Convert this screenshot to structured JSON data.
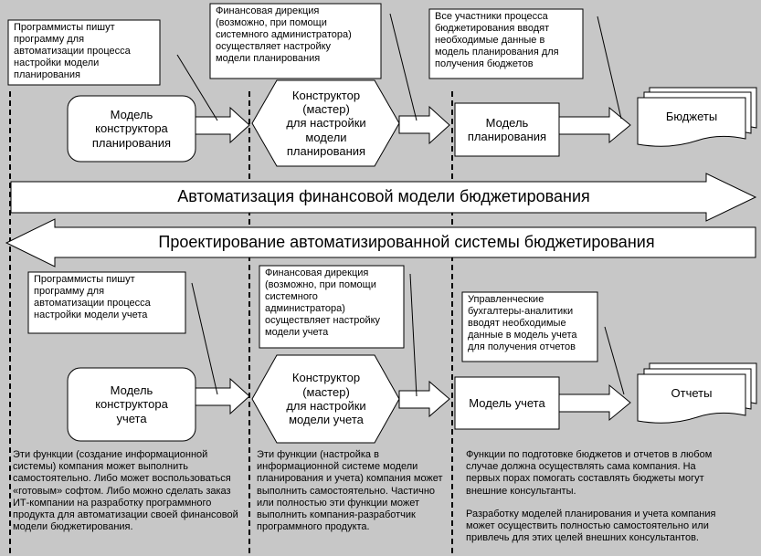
{
  "top": {
    "note1": "Программисты пишут\nпрограмму для\nавтоматизации процесса\nнастройки модели\nпланирования",
    "note2": "Финансовая дирекция\n(возможно, при помощи\nсистемного администратора)\nосуществляет настройку\nмодели планирования",
    "note3": "Все участники процесса\nбюджетирования вводят\nнеобходимые данные в\nмодель планирования для\nполучения бюджетов",
    "box1": "Модель\nконструктора\nпланирования",
    "hex": "Конструктор\n(мастер)\nдля настройки\nмодели\nпланирования",
    "box3": "Модель\nпланирования",
    "doc": "Бюджеты"
  },
  "arrows": {
    "right_label": "Автоматизация финансовой модели бюджетирования",
    "left_label": "Проектирование автоматизированной системы бюджетирования"
  },
  "bottom": {
    "note1": "Программисты пишут\nпрограмму для\nавтоматизации процесса\nнастройки модели учета",
    "note2": "Финансовая дирекция\n(возможно, при помощи\nсистемного\nадминистратора)\nосуществляет настройку\nмодели учета",
    "note3": "Управленческие\nбухгалтеры-аналитики\nвводят необходимые\nданные в модель учета\nдля получения отчетов",
    "box1": "Модель\nконструктора\nучета",
    "hex": "Конструктор\n(мастер)\nдля настройки\nмодели учета",
    "box3": "Модель учета",
    "doc": "Отчеты"
  },
  "descriptions": {
    "col1": "Эти функции (создание информационной системы) компания может выполнить самостоятельно. Либо может воспользоваться «готовым» софтом. Либо можно сделать заказ ИТ-компании на разработку программного продукта для автоматизации своей финансовой модели бюджетирования.",
    "col2": "Эти функции (настройка в информационной системе модели планирования и учета) компания может выполнить самостоятельно. Частично или полностью эти функции может выполнить компания-разработчик программного продукта.",
    "col3a": "Функции по подготовке бюджетов и отчетов в любом случае должна осуществлять сама компания. На первых порах помогать составлять бюджеты могут внешние консультанты.",
    "col3b": "Разработку моделей планирования и учета компания может осуществить полностью самостоятельно или привлечь для этих целей внешних консультантов."
  }
}
